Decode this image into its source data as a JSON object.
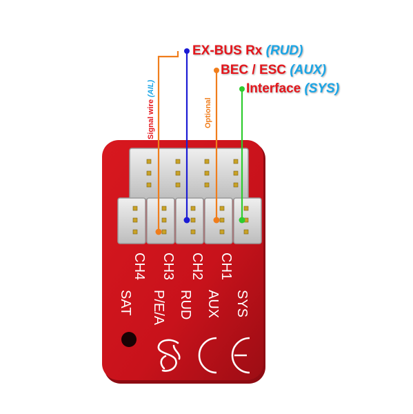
{
  "colors": {
    "board": "#c8121b",
    "board_dark": "#8e0b12",
    "connector": "#d9d9d9",
    "pin": "#c9a227",
    "wire_orange": "#f07d1b",
    "wire_blue": "#1b1bd4",
    "wire_green": "#2ecc2e",
    "label_red": "#e4161c",
    "label_italic_blue": "#1aa5e6"
  },
  "callouts": {
    "exbus": {
      "main": "EX-BUS Rx",
      "sub": "(RUD)"
    },
    "bec": {
      "main": "BEC / ESC",
      "sub": "(AUX)"
    },
    "interface": {
      "main": "Interface",
      "sub": "(SYS)"
    }
  },
  "side_labels": {
    "signal": {
      "main": "Signal wire",
      "sub": "(AIL)"
    },
    "optional": "Optional"
  },
  "channels": [
    "CH4",
    "CH3",
    "CH2",
    "CH1"
  ],
  "functions": [
    "SAT",
    "P/E/A",
    "RUD",
    "AUX",
    "SYS"
  ],
  "icons": [
    "logo-icon",
    "ce-mark-icon"
  ]
}
